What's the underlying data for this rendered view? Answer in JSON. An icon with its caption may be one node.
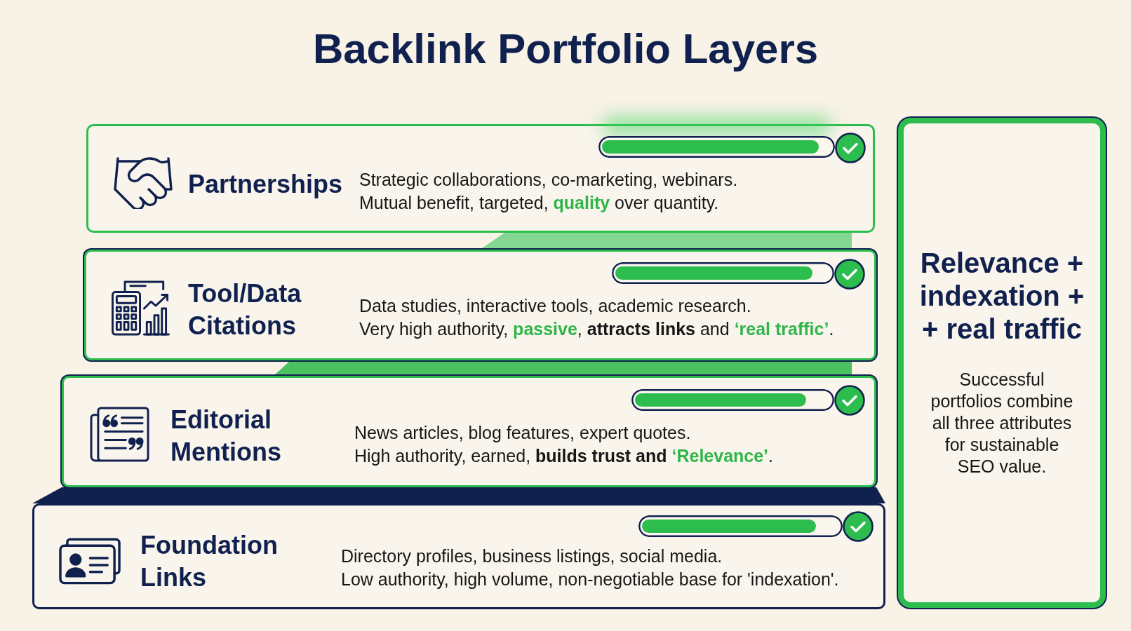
{
  "diagram": {
    "title": "Backlink Portfolio Layers",
    "nodes": [
      {
        "text": [
          "Partnerships",
          "Strategic collaborations, co-marketing, webinars.",
          "Mutual benefit, targeted, **quality** over quantity."
        ]
      },
      {
        "text": [],
        "shape": "band"
      },
      {
        "text": [
          "Tool/Data Citations",
          "Data studies, interactive tools, academic research.",
          "Very high authority, **passive**, **attracts links** and **‘real traffic’**."
        ]
      },
      {
        "text": [],
        "shape": "band"
      },
      {
        "text": [
          "Editorial Mentions",
          "News articles, blog features, expert quotes.",
          "High authority, earned, **builds trust and** **‘Relevance’**."
        ]
      },
      {
        "text": [],
        "shape": "band"
      },
      {
        "text": [
          "Foundation Links",
          "Directory profiles, business listings, social media.",
          "Low authority, high volume, non-negotiable base for 'indexation'."
        ]
      },
      {
        "text": [
          "Relevance + indexation + + real traffic",
          "Successful portfolios combine all three attributes for sustainable SEO value."
        ]
      }
    ]
  }
}
